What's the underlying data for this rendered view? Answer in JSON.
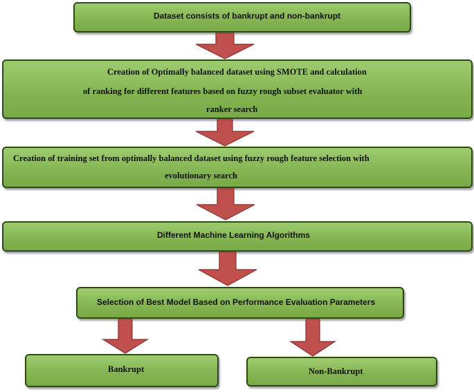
{
  "diagram": {
    "nodes": [
      {
        "id": "dataset",
        "lines": [
          "Dataset consists of bankrupt  and non-bankrupt"
        ]
      },
      {
        "id": "smote",
        "lines": [
          "Creation of Optimally balanced dataset using SMOTE and calculation",
          "of ranking for different features based on fuzzy rough subset evaluator with",
          "ranker search"
        ]
      },
      {
        "id": "training",
        "lines": [
          "Creation of training set from optimally balanced dataset using fuzzy rough feature selection with",
          "evolutionary search"
        ]
      },
      {
        "id": "ml",
        "lines": [
          "Different Machine Learning Algorithms"
        ]
      },
      {
        "id": "selection",
        "lines": [
          "Selection of Best Model Based on Performance Evaluation Parameters"
        ]
      },
      {
        "id": "bankrupt",
        "lines": [
          "Bankrupt"
        ]
      },
      {
        "id": "nonbankrupt",
        "lines": [
          "Non-Bankrupt"
        ]
      }
    ],
    "edges": [
      {
        "from": "dataset",
        "to": "smote"
      },
      {
        "from": "smote",
        "to": "training"
      },
      {
        "from": "training",
        "to": "ml"
      },
      {
        "from": "ml",
        "to": "selection"
      },
      {
        "from": "selection",
        "to": "bankrupt"
      },
      {
        "from": "selection",
        "to": "nonbankrupt"
      }
    ],
    "colors": {
      "box_fill": "#86b653",
      "box_border": "#2a4a12",
      "arrow_fill": "#c0504d",
      "arrow_border": "#8c2d2a"
    }
  }
}
